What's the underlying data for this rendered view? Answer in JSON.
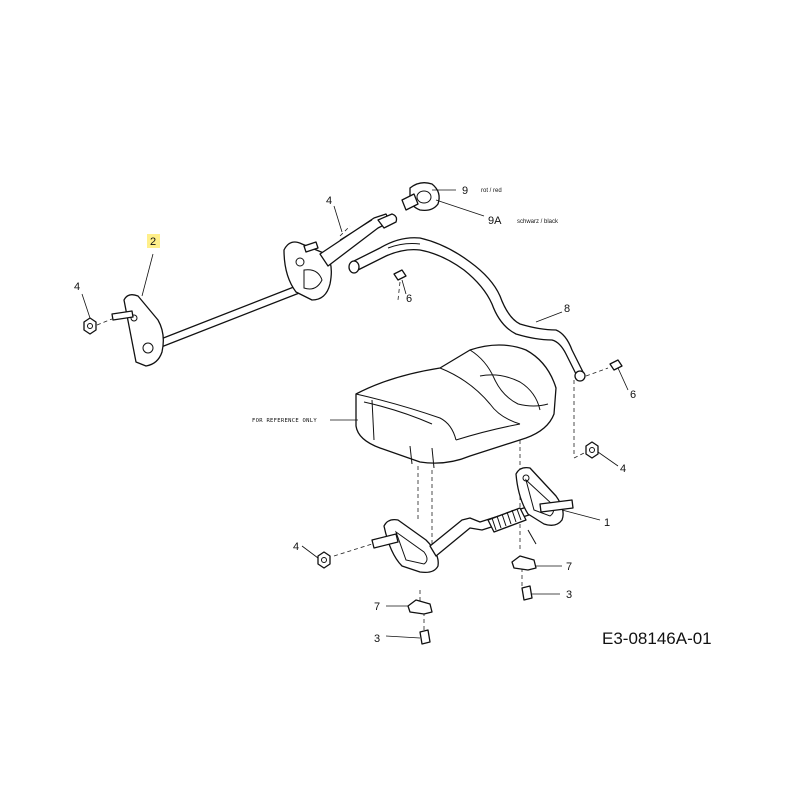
{
  "callouts": {
    "c2": "2",
    "c4a": "4",
    "c4b": "4",
    "c4c": "4",
    "c4d": "4",
    "c6a": "6",
    "c6b": "6",
    "c8": "8",
    "c9": "9",
    "c9a": "9A",
    "c1": "1",
    "c7a": "7",
    "c7b": "7",
    "c3a": "3",
    "c3b": "3"
  },
  "notes": {
    "red": "rot / red",
    "black": "schwarz / black",
    "reference": "FOR REFERENCE ONLY"
  },
  "drawing_code": "E3-08146A-01",
  "colors": {
    "highlight": "#ffef8a",
    "line": "#111111"
  }
}
